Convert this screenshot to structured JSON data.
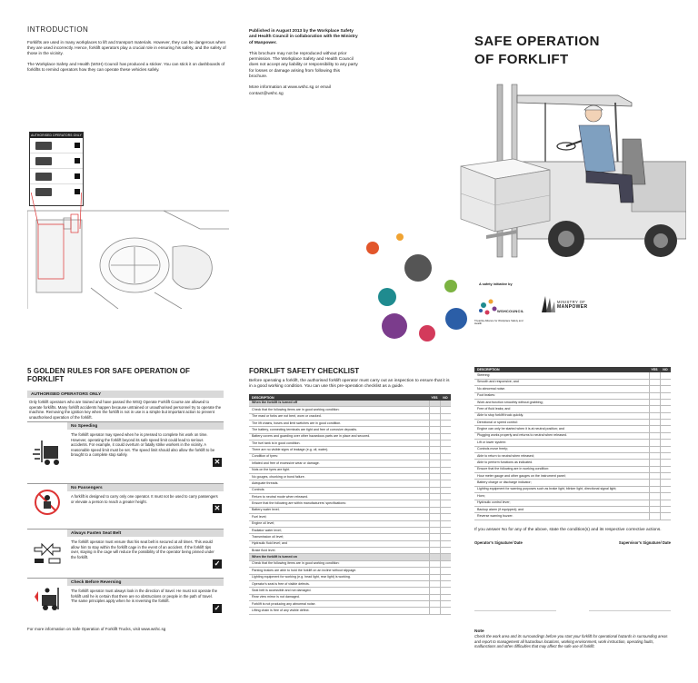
{
  "intro": {
    "title": "INTRODUCTION",
    "p1": "Forklifts are used in many workplaces to lift and transport materials. However, they can be dangerous when they are used incorrectly. Hence, forklift operators play a crucial role in ensuring his safety, and the safety of those in the vicinity.",
    "p2": "The Workplace Safety and Health (WSH) Council has produced a sticker. You can stick it on dashboards of forklifts to remind operators how they can operate these vehicles safely."
  },
  "sticker": {
    "header": "AUTHORISED OPERATORS ONLY"
  },
  "publisher": {
    "p1": "Published in August 2013 by the Workplace Safety and Health Council in collaboration with the Ministry of Manpower.",
    "p2": "This brochure may not be reproduced without prior permission. The Workplace Safety and Health Council does not accept any liability or responsibility to any party for losses or damage arising from following this brochure.",
    "p3": "More information at www.wshc.sg or email contact@wshc.sg"
  },
  "cover": {
    "title_line1": "SAFE OPERATION",
    "title_line2": "OF FORKLIFT",
    "initiative": "A safety initiative by",
    "wsh_name": "WSHCOUNCIL",
    "wsh_sub": "Tripartite Alliance for Workplace Safety and Health",
    "mom_line1": "MINISTRY OF",
    "mom_line2": "MANPOWER"
  },
  "rules": {
    "title": "5 GOLDEN RULES FOR SAFE OPERATION OF FORKLIFT",
    "authorised_head": "AUTHORISED OPERATORS ONLY",
    "authorised_text": "Only forklift operators who are trained and have passed the WSQ Operate Forklift Course are allowed to operate forklifts. Many forklift accidents happen because untrained or unauthorised personnel try to operate the machine. Removing the ignition key when the forklift is not in use is a simple but important action to prevent unauthorised operation of the forklift.",
    "items": [
      {
        "title": "No Speeding",
        "text": "The forklift operator may speed when he is pressed to complete his work on time. However, operating the forklift beyond its safe speed limit could lead to serious accidents. For example, it could overturn or fatally strike workers in the vicinity. A reasonable speed limit must be set. The speed limit should also allow the forklift to be brought to a complete stop safely.",
        "mark": "✕"
      },
      {
        "title": "No Passengers",
        "text": "A forklift is designed to carry only one operator. It must not be used to carry passengers or elevate a person to reach a greater height.",
        "mark": "✕"
      },
      {
        "title": "Always Fasten Seat Belt",
        "text": "The forklift operator must ensure that his seat belt is secured at all times. This would allow him to stay within the forklift cage in the event of an accident. If the forklift tips over, staying in the cage will reduce the possibility of the operator being pinned under the forklift.",
        "mark": "✓"
      },
      {
        "title": "Check Before Reversing",
        "text": "The forklift operator must always look in the direction of travel. He must not operate the forklift until he is certain that there are no obstructions or people in the path of travel. The same principles apply when he is reversing the forklift.",
        "mark": "✓"
      }
    ],
    "footer": "For more information on Safe Operation of Forklift Trucks, visit www.wshc.sg"
  },
  "checklist": {
    "title": "FORKLIFT SAFETY CHECKLIST",
    "intro": "Before operating a forklift, the authorised forklift operator must carry out an inspection to ensure that it is in a good working condition. You can use this pre-operation checklist as a guide.",
    "col_desc": "DESCRIPTION",
    "col_yes": "YES",
    "col_no": "NO",
    "rows_left": [
      {
        "t": "When the forklift is turned off",
        "sec": true
      },
      {
        "t": "Check that the following items are in good working condition:"
      },
      {
        "t": "The mast or forks are not bent, worn or cracked."
      },
      {
        "t": "The lift chains, hoses and limit switches are in good condition."
      },
      {
        "t": "The battery, connecting terminals are tight and free of corrosive deposits."
      },
      {
        "t": "Battery covers and guarding over other hazardous parts are in place and secured."
      },
      {
        "t": "The fuel tank is in good condition."
      },
      {
        "t": "There are no visible signs of leakage (e.g. oil, water)."
      },
      {
        "t": "Condition of tyres:"
      },
      {
        "t": "Inflated and free of excessive wear or damage."
      },
      {
        "t": "Nuts on the tyres are tight."
      },
      {
        "t": "No gouges, chunking or bond failure."
      },
      {
        "t": "Adequate threads."
      },
      {
        "t": "Controls:"
      },
      {
        "t": "Return to neutral mode when released."
      },
      {
        "t": "Ensure that the following are within manufacturers' specifications:"
      },
      {
        "t": "Battery water level;"
      },
      {
        "t": "Fuel level;"
      },
      {
        "t": "Engine oil level;"
      },
      {
        "t": "Radiator water level;"
      },
      {
        "t": "Transmission oil level;"
      },
      {
        "t": "Hydraulic fluid level; and"
      },
      {
        "t": "Brake fluid level."
      },
      {
        "t": "When the forklift is turned on",
        "sec": true
      },
      {
        "t": "Check that the following items are in good working condition:"
      },
      {
        "t": "Parking brakes are able to hold the forklift on an incline without slippage."
      },
      {
        "t": "Lighting equipment for working (e.g. head light, rear light) is working."
      },
      {
        "t": "Operator's seat is free of visible defects."
      },
      {
        "t": "Seat belt is accessible and not damaged."
      },
      {
        "t": "Rear view mirror is not damaged."
      },
      {
        "t": "Forklift is not producing any abnormal noise."
      },
      {
        "t": "Lifting chain is free of any visible defect."
      }
    ],
    "rows_right": [
      {
        "t": "Steering:"
      },
      {
        "t": "Smooth and responsive; and"
      },
      {
        "t": "No abnormal noise."
      },
      {
        "t": "Foot brakes:"
      },
      {
        "t": "Work and function smoothly without grabbing;"
      },
      {
        "t": "Free of fluid leaks; and"
      },
      {
        "t": "Able to stop forklift truck quickly."
      },
      {
        "t": "Directional or speed control:"
      },
      {
        "t": "Engine can only be started when it is at neutral position; and"
      },
      {
        "t": "Plugging works properly and returns to neutral when released."
      },
      {
        "t": "Lift or lower system:"
      },
      {
        "t": "Controls move freely;"
      },
      {
        "t": "Able to return to neutral when released;"
      },
      {
        "t": "Able to perform functions as indicated."
      },
      {
        "t": "Ensure that the following are in working condition:"
      },
      {
        "t": "Hour meter gauge and other gauges on the instrument panel;"
      },
      {
        "t": "Battery charge or discharge indicator;"
      },
      {
        "t": "Lighting equipment for warning purposes such as brake light, blinker light, directional signal light;"
      },
      {
        "t": "Horn;"
      },
      {
        "t": "Hydraulic control lever;"
      },
      {
        "t": "Backup alarm (if equipped); and"
      },
      {
        "t": "Reverse warning buzzer."
      }
    ],
    "answer": "If you answer No for any of the above, state the condition(s) and its respective corrective actions.",
    "operator_sig": "Operator's Signature/ Date",
    "supervisor_sig": "Supervisor's Signature/ Date",
    "note_title": "Note",
    "note_text": "Check the work area and its surroundings before you start your forklift for operational hazards in surrounding areas and report to management all hazardous locations, working environment, work instruction, operating faults, malfunctions and other difficulties that may affect the safe use of forklift."
  }
}
